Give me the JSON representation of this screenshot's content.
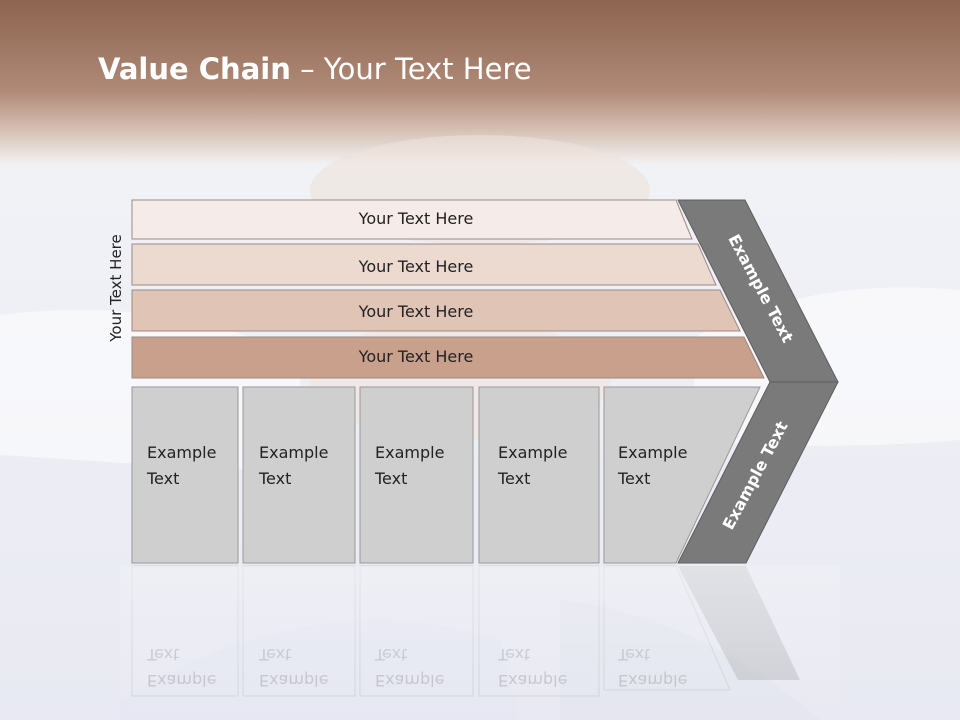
{
  "slide": {
    "title_bold": "Value Chain",
    "title_rest": " – Your Text Here",
    "side_label": "Your Text Here"
  },
  "bands": [
    {
      "label": "Your Text Here",
      "color": "#f5ebe8"
    },
    {
      "label": "Your Text Here",
      "color": "#ecd9d0"
    },
    {
      "label": "Your Text Here",
      "color": "#e0c4b6"
    },
    {
      "label": "Your Text Here",
      "color": "#c8a08c"
    }
  ],
  "boxes": [
    {
      "line1": "Example",
      "line2": "Text"
    },
    {
      "line1": "Example",
      "line2": "Text"
    },
    {
      "line1": "Example",
      "line2": "Text"
    },
    {
      "line1": "Example",
      "line2": "Text"
    },
    {
      "line1": "Example",
      "line2": "Text"
    }
  ],
  "chevron": {
    "upper_label": "Example Text",
    "lower_label": "Example Text",
    "color": "#7a7a7a"
  },
  "colors": {
    "header": "#a77c67",
    "box_fill": "#cfcfcf"
  }
}
